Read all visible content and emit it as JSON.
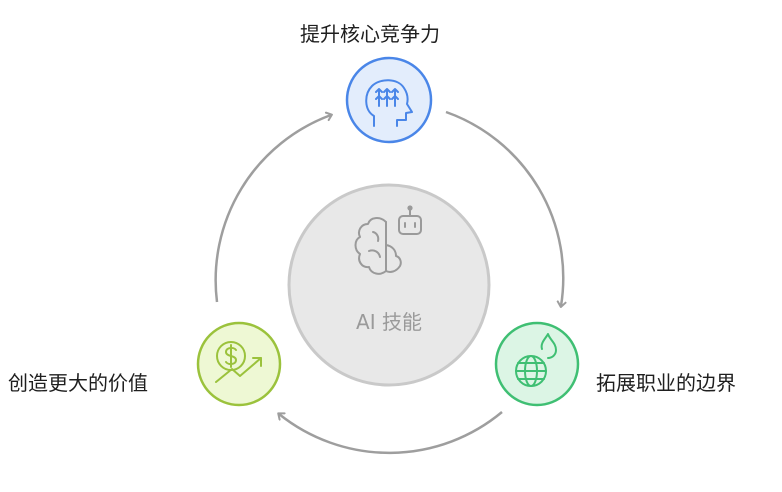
{
  "center": {
    "label": "AI 技能",
    "icon": "brain-robot-icon"
  },
  "nodes": [
    {
      "key": "top",
      "label": "提升核心竞争力",
      "icon": "head-arrows-up-icon",
      "fill": "#e3edfc",
      "stroke": "#4a86e8"
    },
    {
      "key": "right",
      "label": "拓展职业的边界",
      "icon": "globe-flame-icon",
      "fill": "#dcf5e5",
      "stroke": "#3fbf73"
    },
    {
      "key": "left",
      "label": "创造更大的价值",
      "icon": "dollar-growth-icon",
      "fill": "#eef8d4",
      "stroke": "#9bc23c"
    }
  ],
  "colors": {
    "arrow": "#9e9e9e",
    "center_fill": "#e8e8e8",
    "center_stroke": "#c9c9c9",
    "center_icon": "#9a9a9a"
  }
}
